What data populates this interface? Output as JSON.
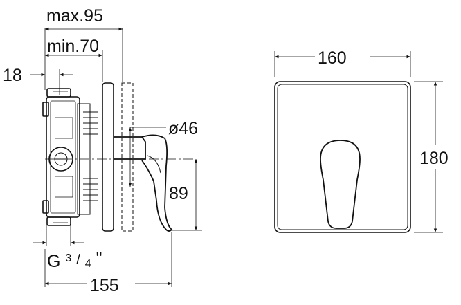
{
  "dimensions": {
    "max_depth": "max.95",
    "min_depth": "min.70",
    "offset": "18",
    "plate_diameter": "ø46",
    "handle_height": "89",
    "connection_prefix": "G",
    "connection_sup": "3",
    "connection_sub": "4",
    "connection_suffix": "\"",
    "total_length": "155",
    "plate_width": "160",
    "plate_height": "180"
  }
}
